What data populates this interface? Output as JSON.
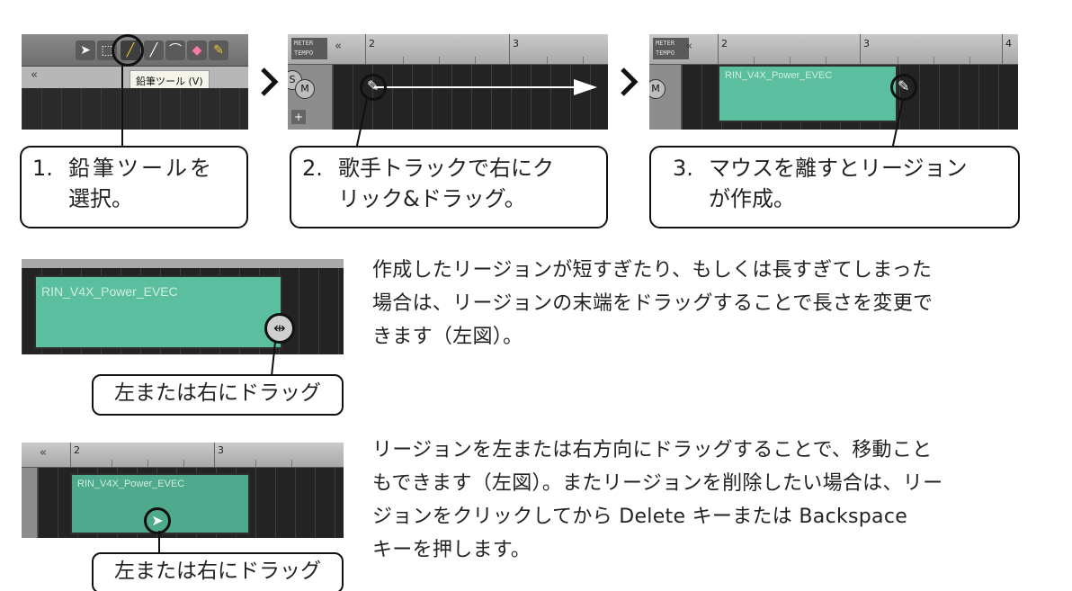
{
  "steps": [
    {
      "number": "1.",
      "text_line1": "鉛筆ツールを",
      "text_line2": "選択。"
    },
    {
      "number": "2.",
      "text_line1": "歌手トラックで右にク",
      "text_line2": "リック&ドラッグ。"
    },
    {
      "number": "3.",
      "text_line1": "マウスを離すとリージョン",
      "text_line2": "が作成。"
    }
  ],
  "screenshot1": {
    "tooltip": "鉛筆ツール (V)",
    "collapse_glyph": "«",
    "tools": [
      "arrow-icon",
      "select-icon",
      "pencil-icon",
      "line-icon",
      "curve-icon",
      "eraser-icon",
      "brush-icon"
    ]
  },
  "screenshot2": {
    "meter_label_1": "METER",
    "meter_label_2": "TEMPO",
    "collapse_glyph": "«",
    "bar_numbers": [
      "2",
      "3"
    ],
    "solo_button": "S",
    "mute_button": "M",
    "add_button": "+"
  },
  "screenshot3": {
    "meter_label_1": "METER",
    "meter_label_2": "TEMPO",
    "collapse_glyph": "«",
    "bar_numbers": [
      "2",
      "3",
      "4"
    ],
    "mute_button": "M",
    "region_name": "RIN_V4X_Power_EVEC"
  },
  "resize_section": {
    "region_name": "RIN_V4X_Power_EVEC",
    "drag_label": "左または右にドラッグ",
    "paragraph_lines": [
      "作成したリージョンが短すぎたり、もしくは長すぎてしまった",
      "場合は、リージョンの末端をドラッグすることで長さを変更で",
      "きます（左図）。"
    ]
  },
  "move_section": {
    "region_name": "RIN_V4X_Power_EVEC",
    "bar_numbers": [
      "2",
      "3"
    ],
    "collapse_glyph": "«",
    "drag_label": "左または右にドラッグ",
    "paragraph_lines": [
      "リージョンを左または右方向にドラッグすることで、移動こと",
      "もできます（左図）。またリージョンを削除したい場合は、リー",
      "ジョンをクリックしてから Delete キーまたは Backspace",
      "キーを押します。"
    ]
  }
}
